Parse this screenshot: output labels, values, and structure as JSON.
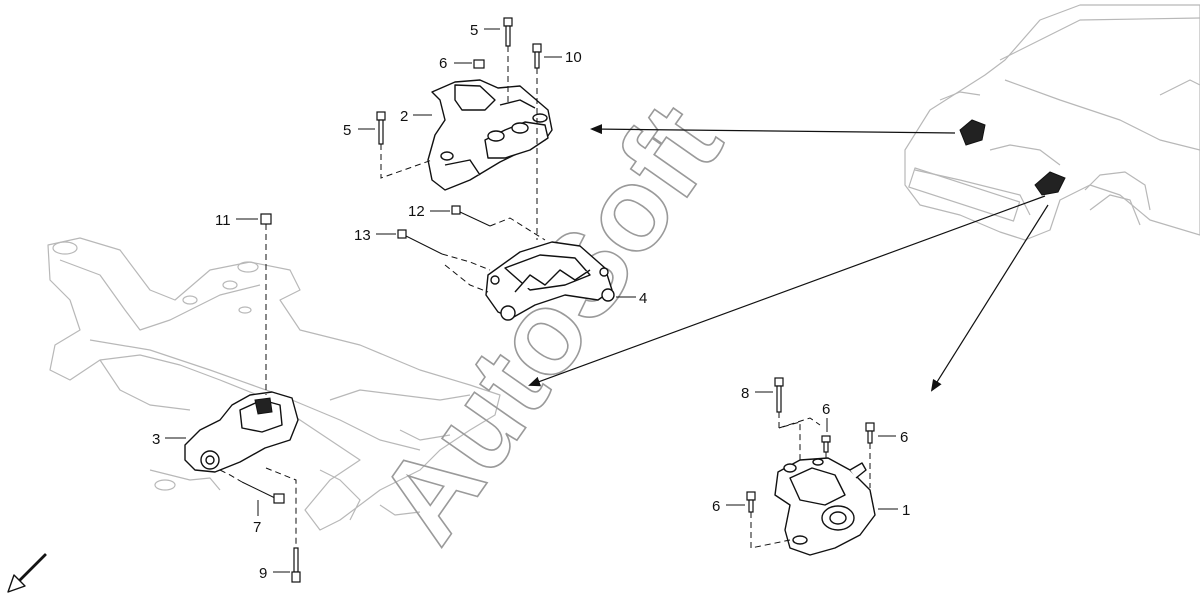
{
  "watermark": "AutoSoft",
  "callouts": {
    "c1": "1",
    "c2": "2",
    "c3": "3",
    "c4": "4",
    "c5a": "5",
    "c5b": "5",
    "c6a": "6",
    "c6b": "6",
    "c6c": "6",
    "c6d": "6",
    "c7": "7",
    "c8": "8",
    "c9": "9",
    "c10": "10",
    "c11": "11",
    "c12": "12",
    "c13": "13"
  }
}
